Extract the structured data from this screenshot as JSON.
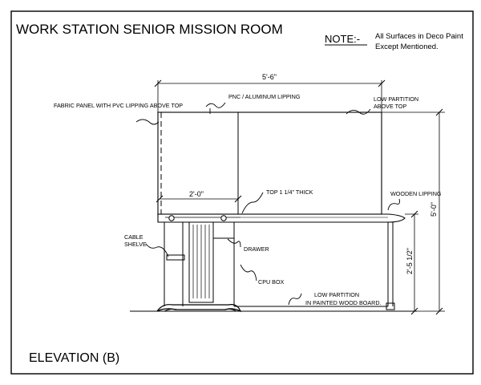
{
  "title": "WORK STATION SENIOR MISSION ROOM",
  "note": {
    "heading": "NOTE:-",
    "line1": "All Surfaces in Deco Paint",
    "line2": "Except Mentioned."
  },
  "dimensions": {
    "overall_width": "5'-6\"",
    "overall_height": "5'-0\"",
    "desk_height": "2'-5 1/2\"",
    "panel_width": "2'-0\""
  },
  "labels": {
    "fabric_panel": "FABRIC PANEL WITH PVC LIPPING ABOVE TOP",
    "pnc_lipping": "PNC / ALUMINUM LIPPING",
    "low_partition_line1": "LOW PARTITION",
    "low_partition_line2": "ABOVE TOP",
    "top_thick": "TOP 1 1/4\" THICK",
    "wooden_lipping": "WOODEN  LIPPING",
    "cable_line1": "CABLE",
    "cable_line2": "SHELVE",
    "drawer": "DRAWER",
    "cpu_box": "CPU BOX",
    "low_partition_bottom_line1": "LOW PARTITION",
    "low_partition_bottom_line2": "IN PAINTED WOOD BOARD."
  },
  "view_title": "ELEVATION (B)"
}
